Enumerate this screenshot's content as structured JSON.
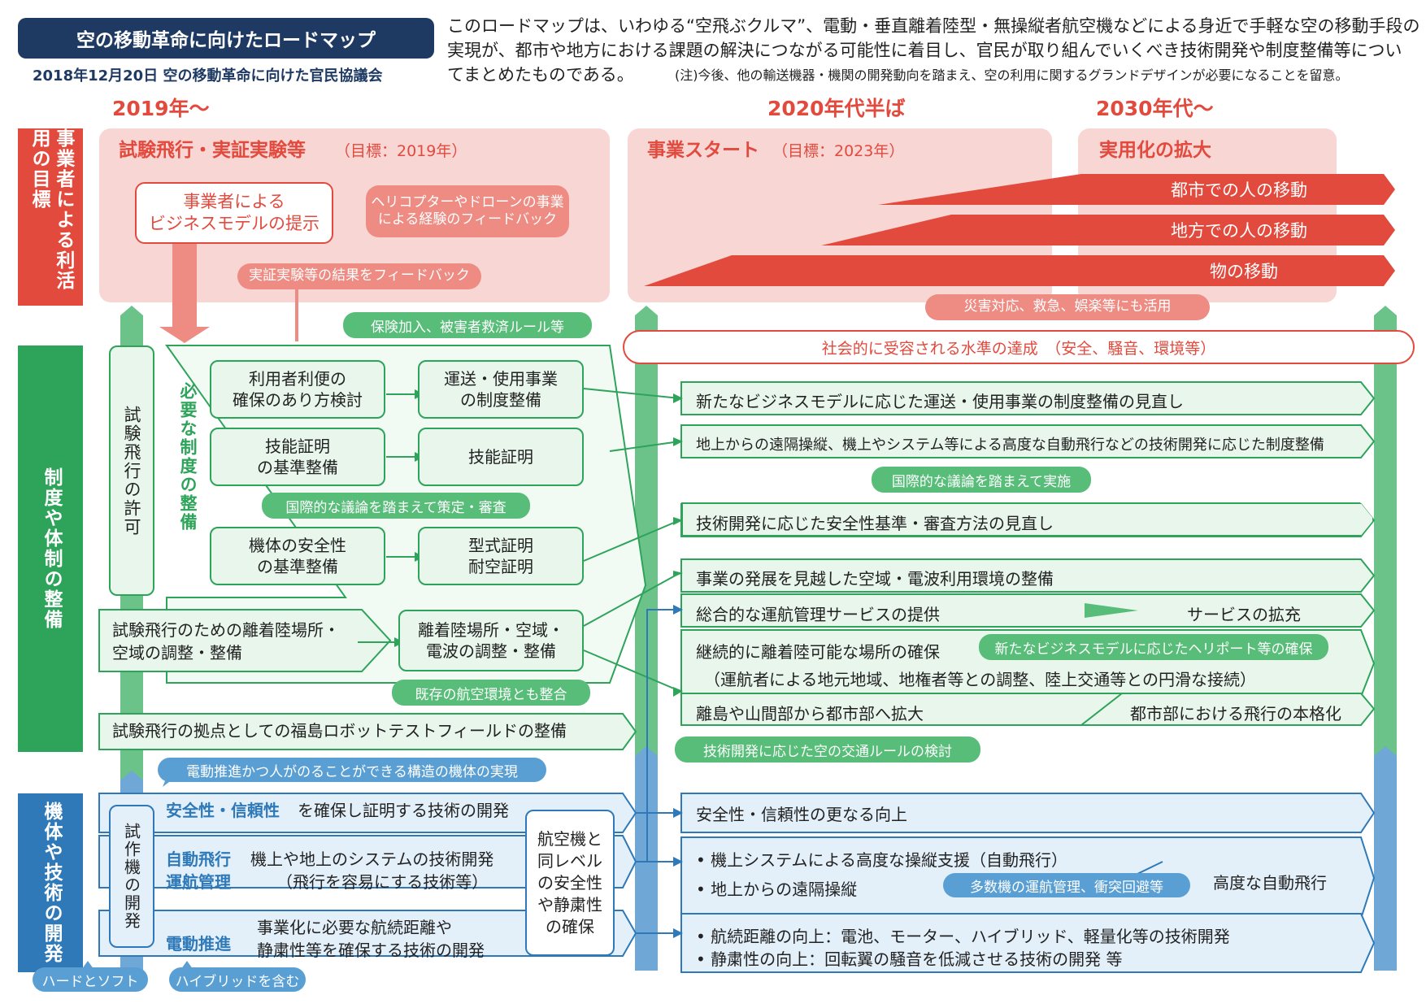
{
  "header": {
    "title": "空の移動革命に向けたロードマップ",
    "subtitle": "2018年12月20日 空の移動革命に向けた官民協議会",
    "description": [
      "このロードマップは、いわゆる“空飛ぶクルマ”、電動・垂直離着陸型・無操縦者航空機などによる身近で手軽な空の移動手段の",
      "実現が、都市や地方における課題の解決につながる可能性に着目し、官民が取り組んでいくべき技術開発や制度整備等につい",
      "てまとめたものである。"
    ],
    "note": "(注)今後、他の輸送機器・機関の開発動向を踏まえ、空の利用に関するグランドデザインが必要になることを留意。"
  },
  "timeline": [
    "2019年～",
    "2020年代半ば",
    "2030年代～"
  ],
  "categories": {
    "business": "事業者による利活用の目標",
    "system": "制度や体制の整備",
    "tech": "機体や技術の開発"
  },
  "business": {
    "phase1_title": "試験飛行・実証実験等",
    "phase1_goal": "（目標：2019年）",
    "phase2_title": "事業スタート",
    "phase2_goal": "（目標：2023年）",
    "phase3_title": "実用化の拡大",
    "biz_model": [
      "事業者による",
      "ビジネスモデルの提示"
    ],
    "heli_feedback": [
      "ヘリコプターやドローンの事業",
      "による経験のフィードバック"
    ],
    "demo_feedback": "実証実験等の結果をフィードバック",
    "wedges": [
      "都市での人の移動",
      "地方での人の移動",
      "物の移動"
    ],
    "disaster": "災害対応、救急、娯楽等にも活用",
    "acceptance": "社会的に受容される水準の達成　（安全、騒音、環境等）"
  },
  "system": {
    "insurance": "保険加入、被害者救済ルール等",
    "flight_permit": "試験飛行の許可",
    "required": "必要な制度の整備",
    "boxes": {
      "user": [
        "利用者利便の",
        "確保のあり方検討"
      ],
      "transport": [
        "運送・使用事業",
        "の制度整備"
      ],
      "skill_std": [
        "技能証明",
        "の基準整備"
      ],
      "skill": "技能証明",
      "intl": "国際的な議論を踏まえて策定・審査",
      "safety_std": [
        "機体の安全性",
        "の基準整備"
      ],
      "type_cert": [
        "型式証明",
        "耐空証明"
      ],
      "test_site": [
        "試験飛行のための離着陸場所・",
        "空域の調整・整備"
      ],
      "airspace": [
        "離着陸場所・空域・",
        "電波の調整・整備"
      ],
      "existing": "既存の航空環境とも整合",
      "fukushima": "試験飛行の拠点としての福島ロボットテストフィールドの整備"
    },
    "right": {
      "r1": "新たなビジネスモデルに応じた運送・使用事業の制度整備の見直し",
      "r2": "地上からの遠隔操縦、機上やシステム等による高度な自動飛行などの技術開発に応じた制度整備",
      "intl2": "国際的な議論を踏まえて実施",
      "r3": "技術開発に応じた安全性基準・審査方法の見直し",
      "r4": "事業の発展を見越した空域・電波利用環境の整備",
      "r5a": "総合的な運航管理サービスの提供",
      "r5b": "サービスの拡充",
      "r6a": "継続的に離着陸可能な場所の確保",
      "r6pill": "新たなビジネスモデルに応じたヘリポート等の確保",
      "r6b": "（運航者による地元地域、地権者等との調整、陸上交通等との円滑な接続）",
      "r7a": "離島や山間部から都市部へ拡大",
      "r7b": "都市部における飛行の本格化",
      "traffic": "技術開発に応じた空の交通ルールの検討"
    }
  },
  "tech": {
    "electric_pill": "電動推進かつ人がのることができる構造の機体の実現",
    "prototype": "試作機の開発",
    "row1_bold": "安全性・信頼性",
    "row1_text": "を確保し証明する技術の開発",
    "row2_bold": [
      "自動飛行",
      "運航管理"
    ],
    "row2_text": [
      "機上や地上のシステムの技術開発",
      "（飛行を容易にする技術等）"
    ],
    "row3_bold": "電動推進",
    "row3_text": [
      "事業化に必要な航続距離や",
      "静粛性等を確保する技術の開発"
    ],
    "aircraft_level": [
      "航空機と",
      "同レベル",
      "の安全性",
      "や静粛性",
      "の確保"
    ],
    "hard_soft": "ハードとソフト",
    "hybrid": "ハイブリッドを含む",
    "right": {
      "r1": "安全性・信頼性の更なる向上",
      "r2a": "• 機上システムによる高度な操縦支援（自動飛行）",
      "r2b": "• 地上からの遠隔操縦",
      "r2pill": "多数機の運航管理、衝突回避等",
      "r2c": "高度な自動飛行",
      "r3a": "• 航続距離の向上：電池、モーター、ハイブリッド、軽量化等の技術開発",
      "r3b": "• 静粛性の向上：回転翼の騒音を低減させる技術の開発 等"
    }
  },
  "colors": {
    "navy": "#1e3a63",
    "red": "#e24a3e",
    "green": "#2ea35a",
    "blue": "#2f79b8"
  }
}
